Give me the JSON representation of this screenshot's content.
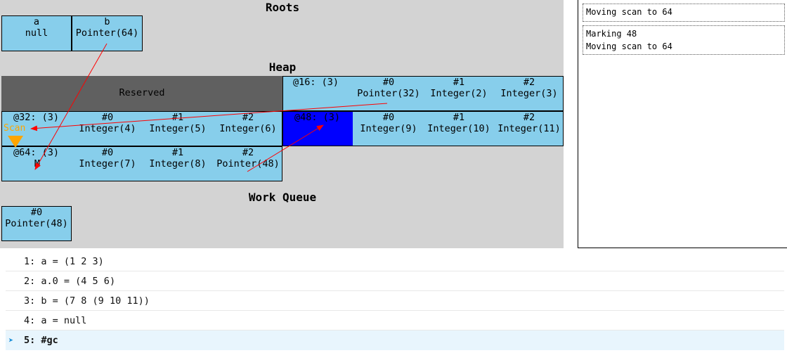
{
  "titles": {
    "roots": "Roots",
    "heap": "Heap",
    "work_queue": "Work Queue"
  },
  "roots": [
    {
      "name": "a",
      "value": "null"
    },
    {
      "name": "b",
      "value": "Pointer(64)"
    }
  ],
  "heap": {
    "reserved_label": "Reserved",
    "obj16": {
      "header": "@16: (3)",
      "slots": [
        {
          "index": "#0",
          "value": "Pointer(32)"
        },
        {
          "index": "#1",
          "value": "Integer(2)"
        },
        {
          "index": "#2",
          "value": "Integer(3)"
        }
      ]
    },
    "obj32": {
      "header": "@32: (3)",
      "slots": [
        {
          "index": "#0",
          "value": "Integer(4)"
        },
        {
          "index": "#1",
          "value": "Integer(5)"
        },
        {
          "index": "#2",
          "value": "Integer(6)"
        }
      ]
    },
    "obj48": {
      "header": "@48: (3)",
      "slots": [
        {
          "index": "#0",
          "value": "Integer(9)"
        },
        {
          "index": "#1",
          "value": "Integer(10)"
        },
        {
          "index": "#2",
          "value": "Integer(11)"
        }
      ]
    },
    "obj64": {
      "header": "@64: (3)",
      "header_value": "M",
      "slots": [
        {
          "index": "#0",
          "value": "Integer(7)"
        },
        {
          "index": "#1",
          "value": "Integer(8)"
        },
        {
          "index": "#2",
          "value": "Pointer(48)"
        }
      ]
    },
    "scan_label": "Scan"
  },
  "work_queue": [
    {
      "index": "#0",
      "value": "Pointer(48)"
    }
  ],
  "log": [
    {
      "lines": [
        "Moving scan to 64"
      ]
    },
    {
      "lines": [
        "Marking 48",
        "Moving scan to 64"
      ]
    }
  ],
  "code_lines": [
    {
      "num": "1:",
      "text": "a = (1 2 3)"
    },
    {
      "num": "2:",
      "text": "a.0 = (4 5 6)"
    },
    {
      "num": "3:",
      "text": "b = (7 8 (9 10 11))"
    },
    {
      "num": "4:",
      "text": "a = null"
    },
    {
      "num": "5:",
      "text": "#gc"
    }
  ],
  "current_marker": "➤",
  "colors": {
    "canvas_bg": "#d3d3d3",
    "cell_fill": "#87ceeb",
    "reserved_fill": "#606060",
    "marked_fill": "#0000ff",
    "pointer_arrow": "#ff0000",
    "scan_color": "#ffa500",
    "current_line_bg": "#e8f5fd"
  }
}
